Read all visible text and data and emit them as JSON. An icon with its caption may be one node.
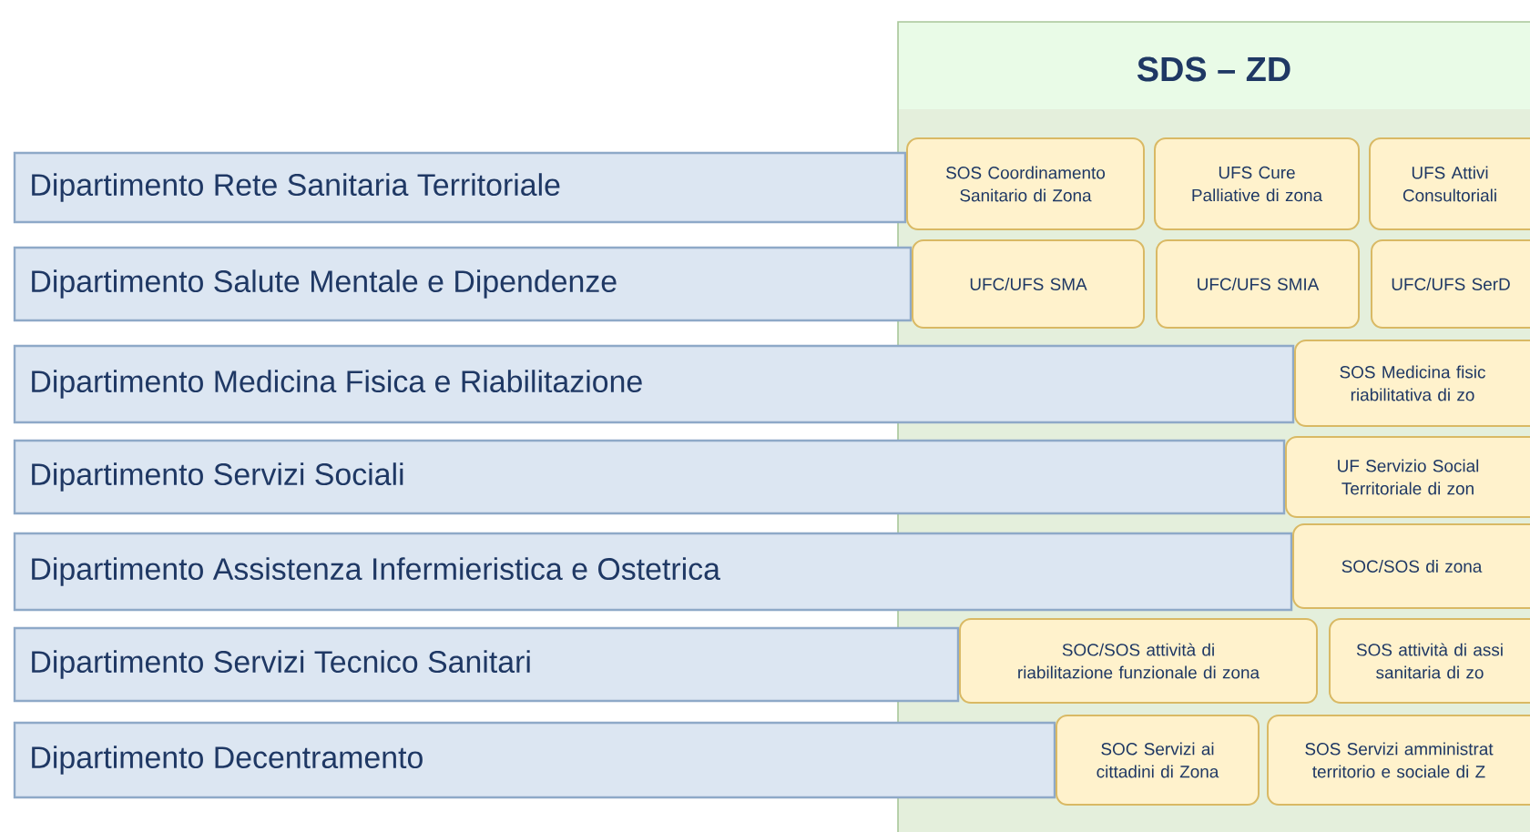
{
  "diagram": {
    "nodes": [
      {
        "text": [
          "SDS – ZD"
        ]
      },
      {
        "text": [
          "Dipartimento Rete Sanitaria Territoriale"
        ]
      },
      {
        "text": [
          "SOS Coordinamento Sanitario di Zona"
        ],
        "in": 0
      },
      {
        "text": [
          "UFS Cure Palliative di zona"
        ],
        "in": 0
      },
      {
        "text": [
          "UFS Attivi Consultoriali"
        ],
        "in": 0
      },
      {
        "text": [
          "Dipartimento Salute Mentale e Dipendenze"
        ]
      },
      {
        "text": [
          "UFC/UFS SMA"
        ],
        "in": 0
      },
      {
        "text": [
          "UFC/UFS SMIA"
        ],
        "in": 0
      },
      {
        "text": [
          "UFC/UFS SerD"
        ],
        "in": 0
      },
      {
        "text": [
          "Dipartimento Medicina Fisica e Riabilitazione"
        ]
      },
      {
        "text": [
          "SOS Medicina fisic riabilitativa di zo"
        ],
        "in": 0
      },
      {
        "text": [
          "Dipartimento Servizi Sociali"
        ]
      },
      {
        "text": [
          "UF Servizio Social Territoriale di zon"
        ],
        "in": 0
      },
      {
        "text": [
          "Dipartimento Assistenza Infermieristica e Ostetrica"
        ]
      },
      {
        "text": [
          "SOC/SOS di zona"
        ],
        "in": 0
      },
      {
        "text": [
          "Dipartimento Servizi Tecnico Sanitari"
        ]
      },
      {
        "text": [
          "SOC/SOS attività di riabilitazione funzionale di zona"
        ],
        "in": 0
      },
      {
        "text": [
          "SOS attività di assi sanitaria di zo"
        ],
        "in": 0
      },
      {
        "text": [
          "Dipartimento Decentramento"
        ]
      },
      {
        "text": [
          "SOC Servizi ai cittadini di Zona"
        ],
        "in": 0
      },
      {
        "text": [
          "SOS Servizi amministrat territorio e sociale di Z"
        ],
        "in": 0
      }
    ]
  }
}
